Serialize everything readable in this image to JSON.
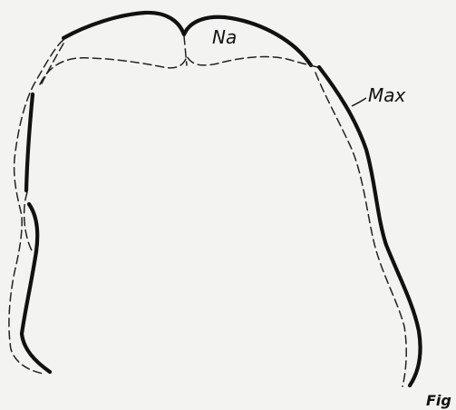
{
  "labels": {
    "nasal": "Na",
    "maxilla": "Max",
    "figure": "Fig"
  },
  "colors": {
    "background": "#f3f3f2",
    "ink": "#111111"
  }
}
